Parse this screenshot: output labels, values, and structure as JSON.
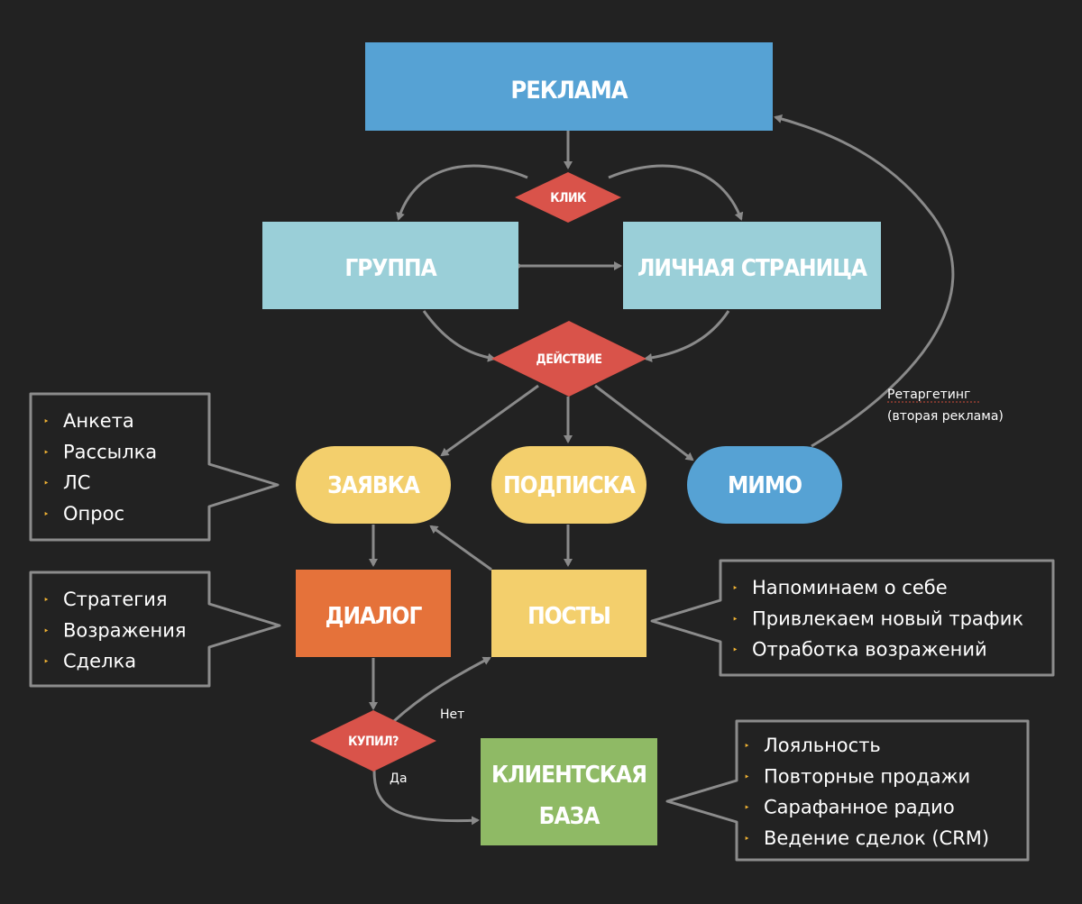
{
  "nodes": {
    "reklama": "РЕКЛАМА",
    "klik": "КЛИК",
    "gruppa": "ГРУППА",
    "lichnaya": "ЛИЧНАЯ СТРАНИЦА",
    "deistvie": "ДЕЙСТВИЕ",
    "zayavka": "ЗАЯВКА",
    "podpiska": "ПОДПИСКА",
    "mimo": "МИМО",
    "dialog": "ДИАЛОГ",
    "posty": "ПОСТЫ",
    "kupil": "КУПИЛ?",
    "klientskaya_1": "КЛИЕНТСКАЯ",
    "klientskaya_2": "БАЗА"
  },
  "edge_labels": {
    "retargeting_1": "Ретаргетинг",
    "retargeting_2": "(вторая реклама)",
    "net": "Нет",
    "da": "Да"
  },
  "callouts": {
    "zayavka": [
      "Анкета",
      "Рассылка",
      "ЛС",
      "Опрос"
    ],
    "dialog": [
      "Стратегия",
      "Возражения",
      "Сделка"
    ],
    "posty": [
      "Напоминаем о себе",
      "Привлекаем новый трафик",
      "Отработка возражений"
    ],
    "klienty": [
      "Лояльность",
      "Повторные продажи",
      "Сарафанное радио",
      "Ведение сделок (CRM)"
    ]
  },
  "bullet_glyph": "‣",
  "colors": {
    "background": "#222222",
    "blue": "#56a2d4",
    "light_cyan": "#9acfd8",
    "red": "#d9534a",
    "yellow": "#f3cf6c",
    "orange": "#e5723a",
    "green": "#8fba65",
    "arrow": "#8a8a8a",
    "bullet": "#f0b233"
  }
}
